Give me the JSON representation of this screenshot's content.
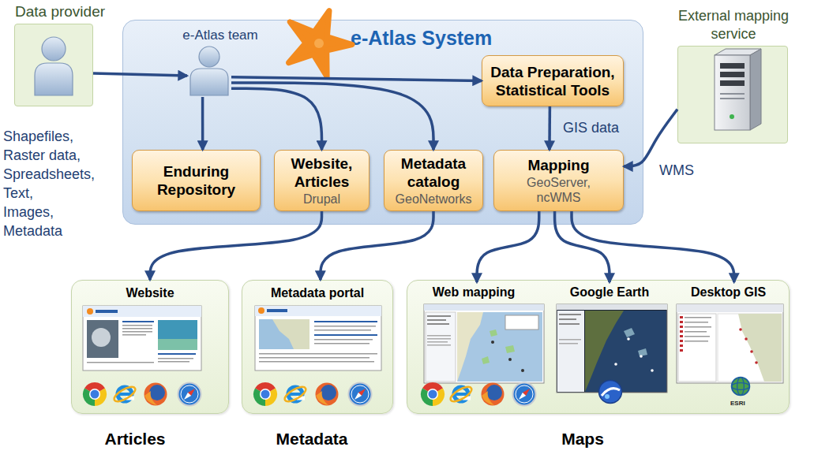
{
  "diagram": {
    "nodes": [
      {
        "text": [
          "Data provider"
        ]
      },
      {
        "text": [
          "e-Atlas System"
        ]
      },
      {
        "text": [
          "e-Atlas team"
        ],
        "in": 1
      },
      {
        "text": [
          "Data Preparation, Statistical Tools"
        ],
        "in": 1
      },
      {
        "text": [
          "Enduring Repository"
        ],
        "in": 1
      },
      {
        "text": [
          "Website, Articles",
          "Drupal"
        ],
        "in": 1
      },
      {
        "text": [
          "Metadata catalog",
          "GeoNetworks"
        ],
        "in": 1
      },
      {
        "text": [
          "Mapping",
          "GeoServer, ncWMS"
        ],
        "in": 1
      },
      {
        "text": [
          "External mapping service"
        ]
      },
      {
        "text": [
          "Website",
          "Articles"
        ]
      },
      {
        "text": [
          "Metadata portal",
          "Metadata"
        ]
      },
      {
        "text": [
          "Maps"
        ]
      },
      {
        "text": [
          "Web mapping"
        ],
        "in": 11
      },
      {
        "text": [
          "Google Earth"
        ],
        "in": 11
      },
      {
        "text": [
          "Desktop GIS"
        ],
        "in": 11
      }
    ],
    "edges": [
      {
        "from": 0,
        "to": 2,
        "arrow": "to"
      },
      {
        "from": 2,
        "to": 3,
        "arrow": "to"
      },
      {
        "from": 2,
        "to": 4,
        "arrow": "to"
      },
      {
        "from": 2,
        "to": 5,
        "arrow": "to"
      },
      {
        "from": 2,
        "to": 6,
        "arrow": "to"
      },
      {
        "from": 3,
        "to": 7,
        "label": "GIS data",
        "arrow": "to"
      },
      {
        "from": 8,
        "to": 7,
        "label": "WMS",
        "arrow": "to"
      },
      {
        "from": 5,
        "to": 9,
        "arrow": "to"
      },
      {
        "from": 6,
        "to": 10,
        "arrow": "to"
      },
      {
        "from": 7,
        "to": 12,
        "arrow": "to"
      },
      {
        "from": 7,
        "to": 13,
        "arrow": "to"
      },
      {
        "from": 7,
        "to": 14,
        "arrow": "to"
      }
    ],
    "labels": [
      "Shapefiles,",
      "Raster data,",
      "Spreadsheets,",
      "Text,",
      "Images,",
      "Metadata",
      "ESRI"
    ]
  }
}
